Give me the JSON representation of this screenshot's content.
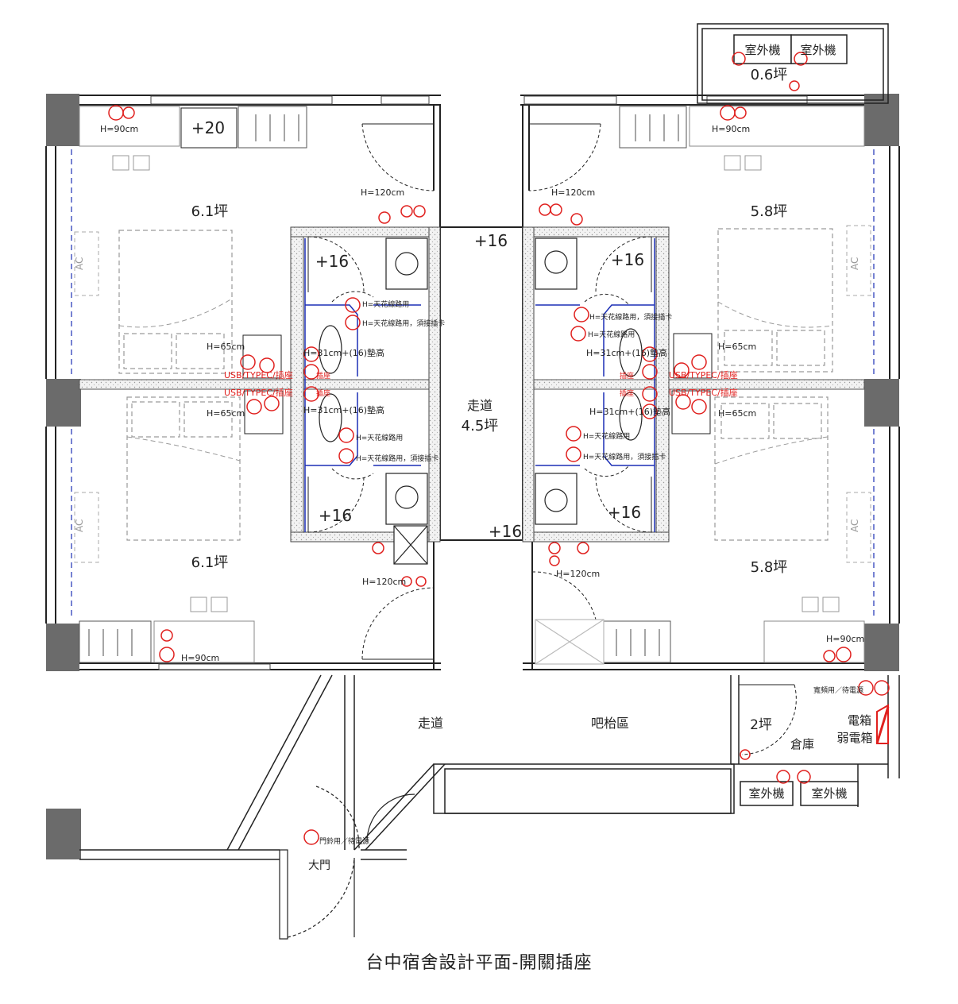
{
  "title": "台中宿舍設計平面-開關插座",
  "rooms": {
    "room_top_left": {
      "area": "6.1坪"
    },
    "room_top_right": {
      "area": "5.8坪"
    },
    "room_bottom_left": {
      "area": "6.1坪"
    },
    "room_bottom_right": {
      "area": "5.8坪"
    },
    "balcony": {
      "area": "0.6坪"
    },
    "corridor_center": {
      "name": "走道",
      "area": "4.5坪"
    },
    "corridor_lower": {
      "name": "走道"
    },
    "bar_area": {
      "name": "吧枱區"
    },
    "storage": {
      "name": "倉庫",
      "area": "2坪"
    },
    "entrance": {
      "name": "大門"
    }
  },
  "equipment": {
    "ac_outdoor_1": "室外機",
    "ac_outdoor_2": "室外機",
    "ac_outdoor_3": "室外機",
    "ac_outdoor_4": "室外機",
    "electric_box": "電箱",
    "weak_electric_box": "弱電箱",
    "ac_unit": "AC"
  },
  "heights": {
    "h90": "H=90cm",
    "h120": "H=120cm",
    "h65": "H=65cm",
    "h31": "H=31cm+(16)墊高"
  },
  "levels": {
    "plus20": "+20",
    "plus16": "+16"
  },
  "notes": {
    "ceiling_heater": "H=天花線路用",
    "ceiling_heater_card": "H=天花線路用，須接插卡",
    "usb": "USB/TYPEC/插座",
    "socket": "插座",
    "door_bell": "門鈴用／待電源",
    "weak_note": "寬頻用／待電源"
  },
  "colors": {
    "wall": "#6b6b6b",
    "line": "#222222",
    "red": "#e0201e",
    "blue": "#1c2fb5",
    "dash": "#9a9a9a"
  }
}
